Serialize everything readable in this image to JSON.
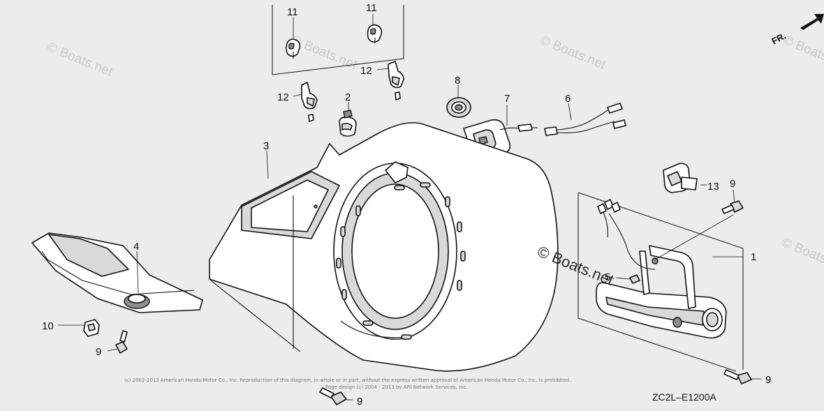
{
  "watermark": {
    "text": "© Boats.net"
  },
  "front_indicator": {
    "label": "FR."
  },
  "diagram_code": "ZC2L–E1200A",
  "copyright": {
    "line1": "(c) 2002-2013 American Honda Motor Co., Inc. Reproduction of this diagram, in whole or in part, without the express written approval of American Honda Motor Co., Inc. is prohibited.",
    "line2": "Page design (c) 2004 - 2013 by ARI Network Services, Inc."
  },
  "callouts": {
    "c1": "1",
    "c2": "2",
    "c3": "3",
    "c4": "4",
    "c5": "5",
    "c6": "6",
    "c7": "7",
    "c8": "8",
    "c9a": "9",
    "c9b": "9",
    "c9c": "9",
    "c9d": "9",
    "c10": "10",
    "c11a": "11",
    "c11b": "11",
    "c12a": "12",
    "c12b": "12",
    "c13": "13"
  }
}
